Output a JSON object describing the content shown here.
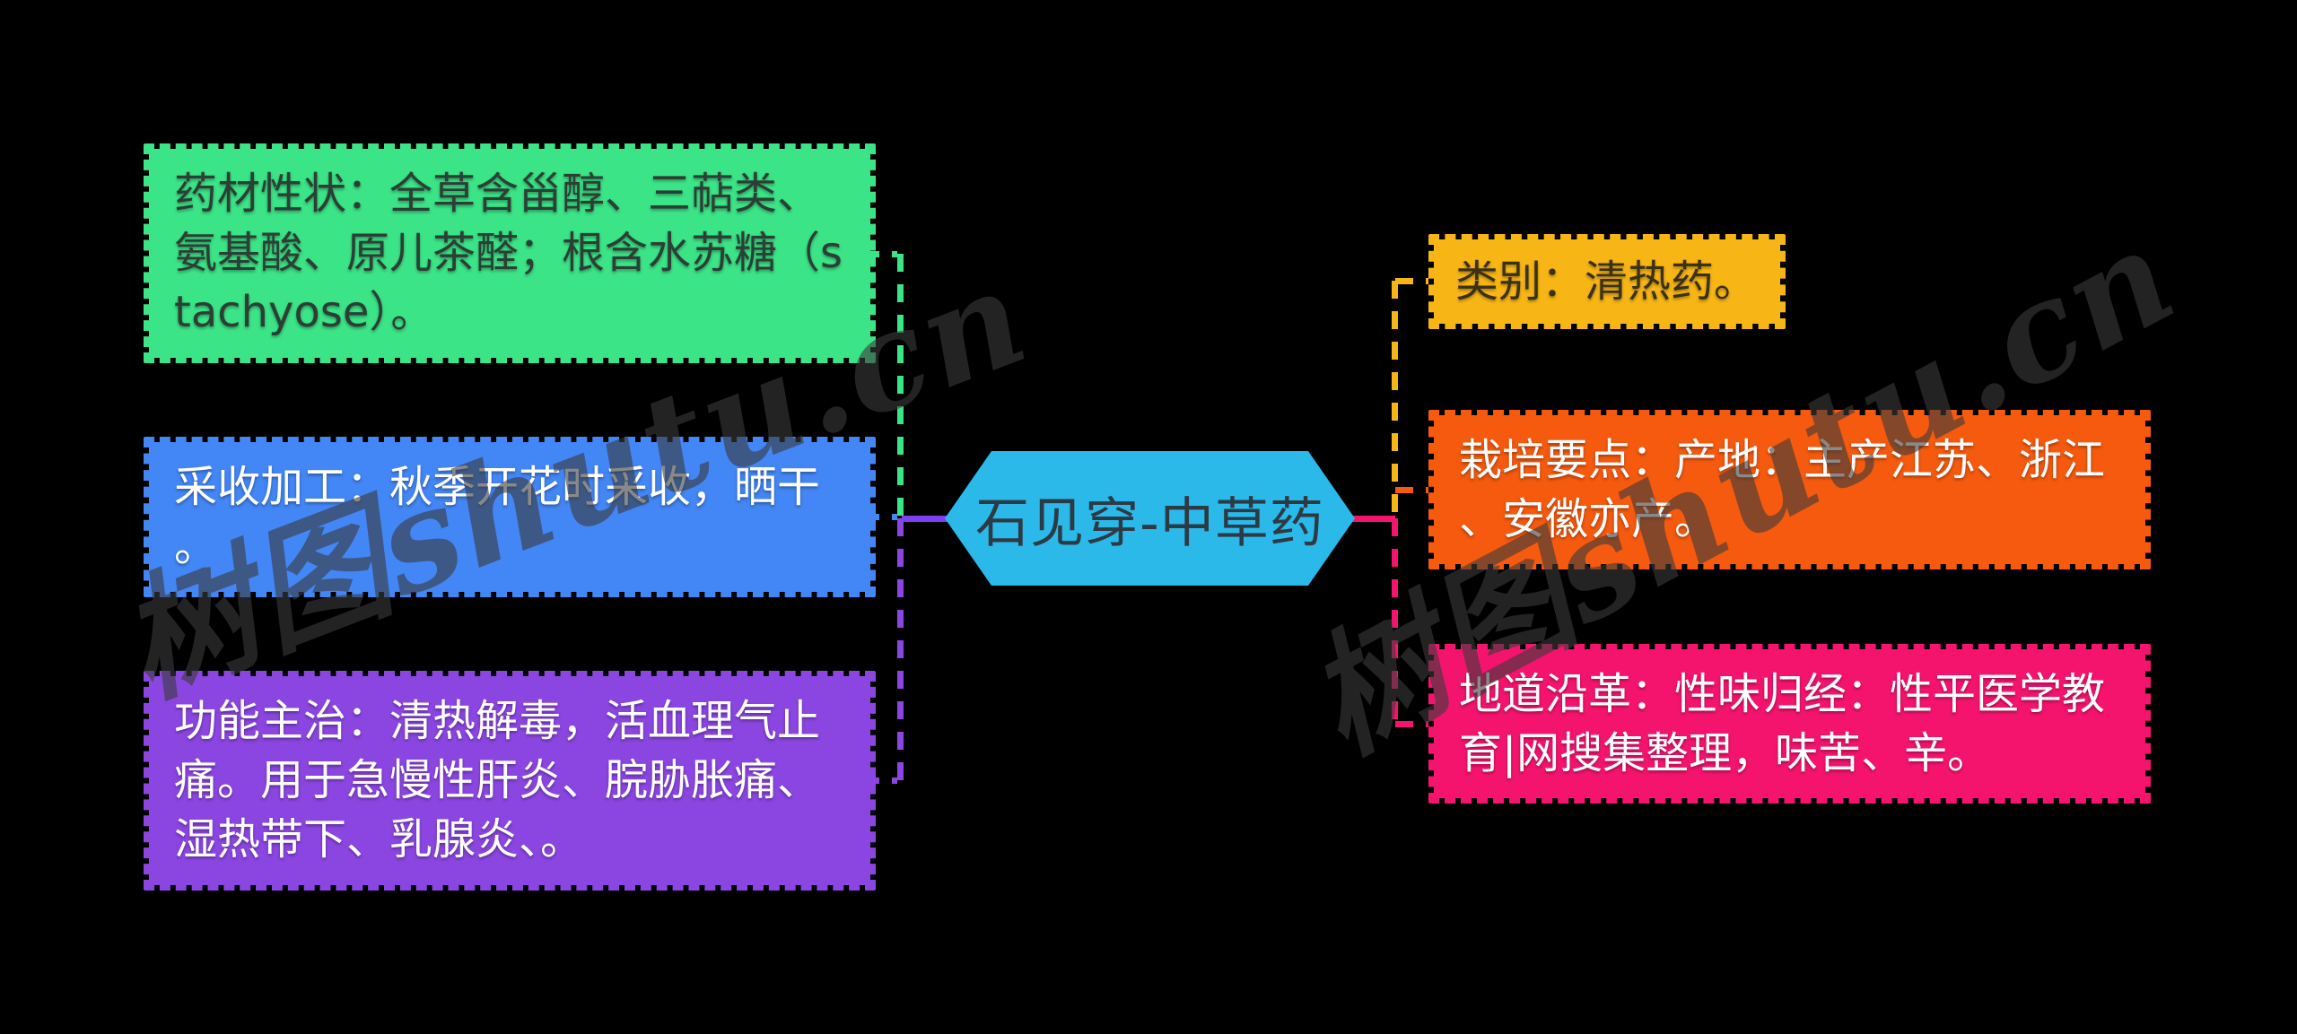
{
  "page": {
    "background": "#000000",
    "title": "石见穿-中草药"
  },
  "center_node": {
    "label": "石见穿-中草药",
    "color": "#2BB9EA",
    "text_color": "#2D3A44"
  },
  "left_nodes": [
    {
      "id": "medicinal-properties",
      "text": "药材性状：全草含甾醇、三萜类、氨基酸、原儿茶醛；根含水苏糖（stachyose）。",
      "color": "#3CE488",
      "text_color": "#2B3F34"
    },
    {
      "id": "harvest-processing",
      "text": "采收加工：秋季开花时采收，晒干。",
      "color": "#4386F5",
      "text_color": "#FFFFFF"
    },
    {
      "id": "functions-indications",
      "text": "功能主治：清热解毒，活血理气止痛。用于急慢性肝炎、脘胁胀痛、湿热带下、乳腺炎、。",
      "color": "#8B46E1",
      "text_color": "#FFFFFF"
    }
  ],
  "right_nodes": [
    {
      "id": "category",
      "text": "类别：清热药。",
      "color": "#F8B616",
      "text_color": "#3B3113"
    },
    {
      "id": "cultivation-points",
      "text": "栽培要点：产地：主产江苏、浙江、安徽亦产。",
      "color": "#F55A0F",
      "text_color": "#FFFFFF"
    },
    {
      "id": "origin-history",
      "text": "地道沿革：性味归经：性平医学教育|网搜集整理，味苦、辛。",
      "color": "#F4146E",
      "text_color": "#FFFFFF"
    }
  ],
  "connectors": {
    "green": "#3CE488",
    "blue": "#4386F5",
    "purple": "#8B46E1",
    "yellow": "#F8B616",
    "orange": "#F55A0F",
    "pink": "#F4146E",
    "left_branch_solid": "#7C3FF2",
    "right_branch_solid": "#F4146E"
  },
  "watermarks": [
    {
      "text": "树图shutu.cn"
    },
    {
      "text": "树图shutu.cn"
    }
  ]
}
